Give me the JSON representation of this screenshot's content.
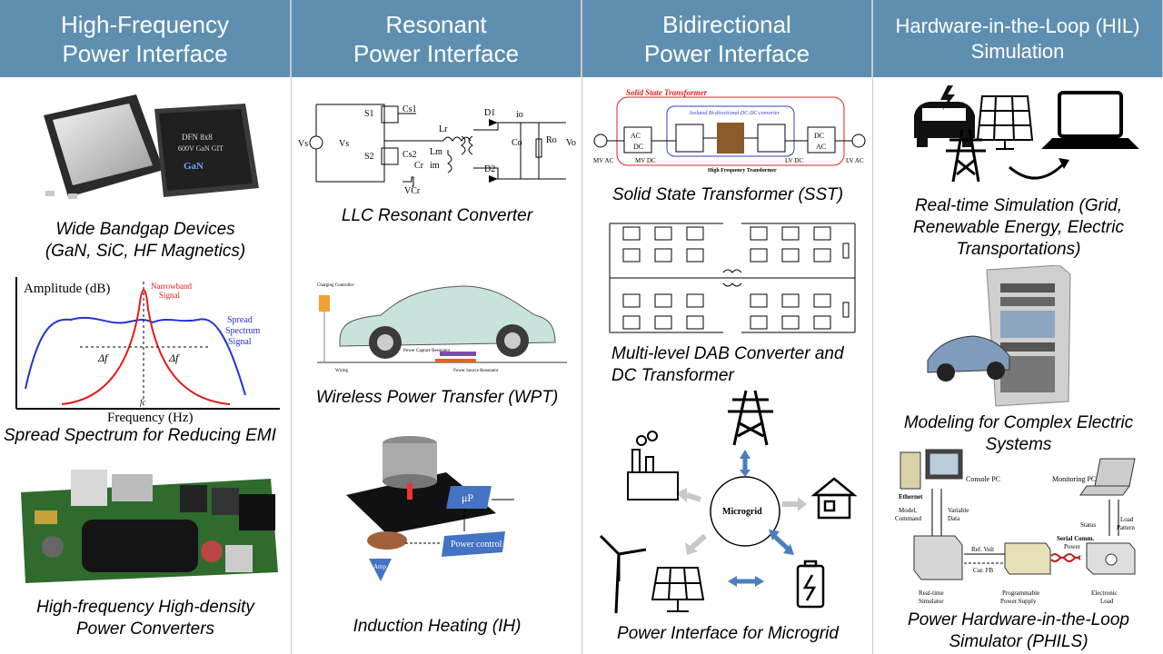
{
  "columns": [
    {
      "title_line1": "High-Frequency",
      "title_line2": "Power Interface",
      "captions": {
        "wbg_line1": "Wide Bandgap Devices",
        "wbg_line2": "(GaN, SiC, HF Magnetics)",
        "spread": "Spread Spectrum for Reducing EMI",
        "hfhd_line1": "High-frequency High-density",
        "hfhd_line2": "Power Converters"
      },
      "chip_text": [
        "DFN 8x8",
        "600V GaN GIT",
        "GaN"
      ],
      "spectrum": {
        "ylabel": "Amplitude (dB)",
        "xlabel": "Frequency (Hz)",
        "narrow": [
          "Narrowband",
          "Signal"
        ],
        "spread": [
          "Spread",
          "Spectrum",
          "Signal"
        ],
        "delta": "Δf",
        "fc": "fc"
      }
    },
    {
      "title_line1": "Resonant",
      "title_line2": "Power Interface",
      "captions": {
        "llc": "LLC Resonant Converter",
        "wpt": "Wireless Power Transfer (WPT)",
        "ih": "Induction Heating (IH)"
      },
      "llc_labels": [
        "Vs",
        "Vs",
        "S1",
        "S2",
        "Cs1",
        "Cs2",
        "Lr",
        "Lm",
        "im",
        "Cr",
        "VCr",
        "D1",
        "D2",
        "io",
        "Co",
        "Ro",
        "Vo"
      ],
      "wpt_labels": [
        "Charging Controller",
        "Power Capture Resonator",
        "Wiring",
        "Power Source Resonator"
      ],
      "ih_labels": [
        "μP",
        "Power control",
        "Amp"
      ]
    },
    {
      "title_line1": "Bidirectional",
      "title_line2": "Power Interface",
      "captions": {
        "sst": "Solid State Transformer (SST)",
        "dab_line1": "Multi-level DAB Converter and",
        "dab_line2": "DC Transformer",
        "microgrid": "Power Interface for Microgrid"
      },
      "sst_labels": {
        "title": "Solid State Transformer",
        "inner": "Isolated Bi-directional DC-DC converter",
        "hft": "High Frequency Transformer",
        "mvac": "MV AC",
        "mvdc": "MV DC",
        "lvdc": "LV DC",
        "lvac": "LV AC",
        "acdc": [
          "AC",
          "DC"
        ],
        "dcac": [
          "DC",
          "AC"
        ]
      },
      "microgrid_label": "Microgrid"
    },
    {
      "title_line1": "Hardware-in-the-Loop (HIL)",
      "title_line2": "Simulation",
      "captions": {
        "rt_line1": "Real-time Simulation (Grid,",
        "rt_line2": "Renewable Energy, Electric",
        "rt_line3": "Transportations)",
        "model_line1": "Modeling for Complex Electric",
        "model_line2": "Systems",
        "phils_line1": "Power Hardware-in-the-Loop",
        "phils_line2": "Simulator (PHILS)"
      },
      "phils_labels": {
        "console": "Console PC",
        "monitoring": "Monitoring PC",
        "ethernet": "Ethernet",
        "model": [
          "Model,",
          "Command"
        ],
        "variable": [
          "Variable",
          "Data"
        ],
        "status": "Status",
        "load": [
          "Load",
          "Pattern"
        ],
        "serial": "Serial Comm.",
        "power": "Power",
        "refvolt": "Ref. Volt",
        "curfb": "Cur. FB",
        "rts": [
          "Real-time",
          "Simulator"
        ],
        "pps": [
          "Programmable",
          "Power Supply"
        ],
        "el": [
          "Electronic",
          "Load"
        ]
      }
    }
  ],
  "colors": {
    "header": "#5f8fb0",
    "header_text": "#ffffff"
  }
}
